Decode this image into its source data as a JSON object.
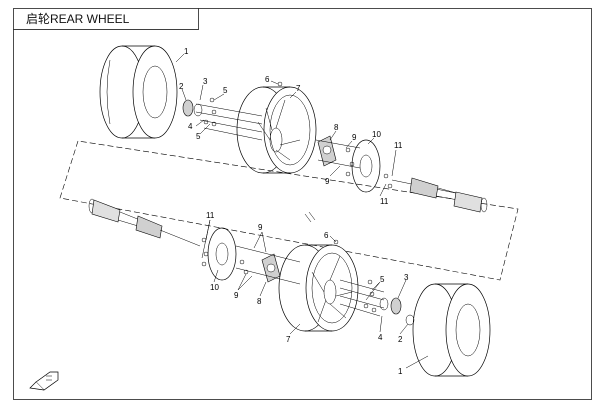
{
  "header": {
    "title": "启轮REAR WHEEL"
  },
  "callouts": {
    "c1a": "1",
    "c2a": "2",
    "c3a": "3",
    "c4a": "4",
    "c5a": "5",
    "c5b": "5",
    "c6a": "6",
    "c7a": "7",
    "c8a": "8",
    "c9a": "9",
    "c9b": "9",
    "c10a": "10",
    "c11a": "11",
    "c11b": "11",
    "c11c": "11",
    "c9c": "9",
    "c10b": "10",
    "c9d": "9",
    "c8b": "8",
    "c6b": "6",
    "c7b": "7",
    "c5c": "5",
    "c4b": "4",
    "c3b": "3",
    "c2b": "2",
    "c1b": "1"
  },
  "colors": {
    "line": "#000000",
    "background": "#ffffff",
    "fill_hub": "#d0d0d0"
  },
  "icons": [
    "front-direction-arrow-icon"
  ]
}
